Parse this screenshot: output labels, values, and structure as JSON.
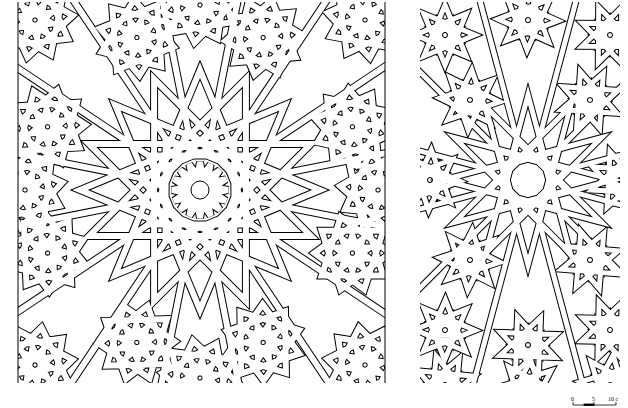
{
  "diagram": {
    "labels": [
      "0",
      "5",
      "10 c"
    ]
  }
}
